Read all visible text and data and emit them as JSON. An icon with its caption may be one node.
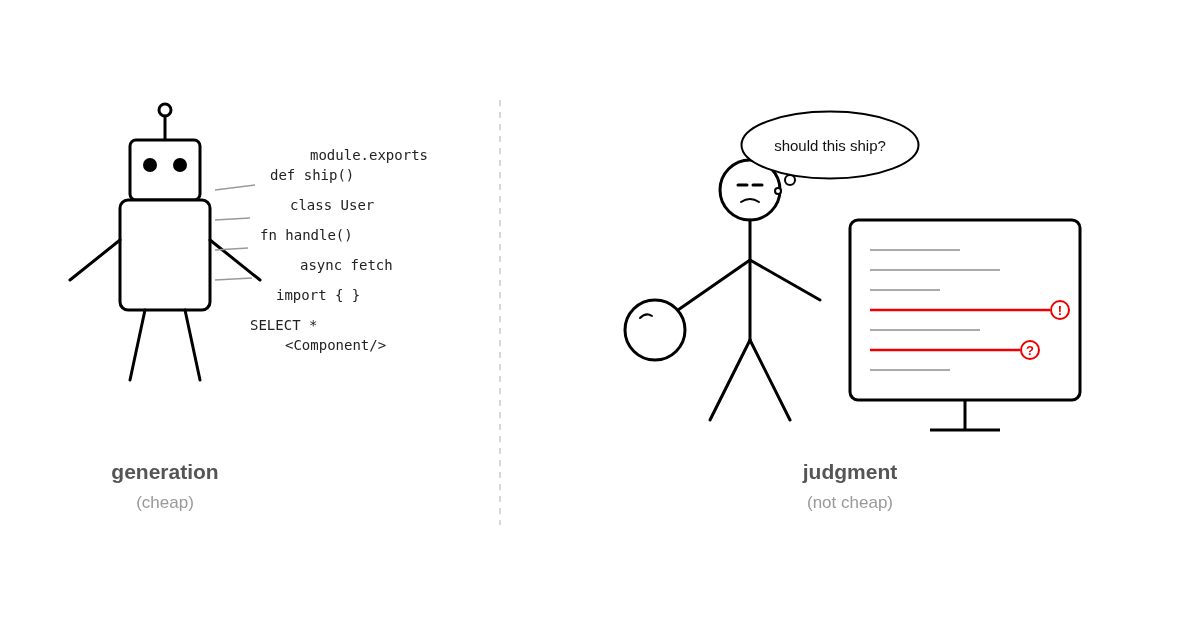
{
  "diagram": {
    "nodes": [
      {
        "text": [
          "should this ship?"
        ]
      },
      {
        "text": [
          "!"
        ]
      },
      {
        "text": [
          "?"
        ]
      }
    ],
    "labels": [
      "module.exports",
      "def ship()",
      "class User",
      "fn handle()",
      "async fetch",
      "import { }",
      "SELECT *",
      "<Component/>",
      "generation",
      "(cheap)",
      "judgment",
      "(not cheap)"
    ]
  }
}
